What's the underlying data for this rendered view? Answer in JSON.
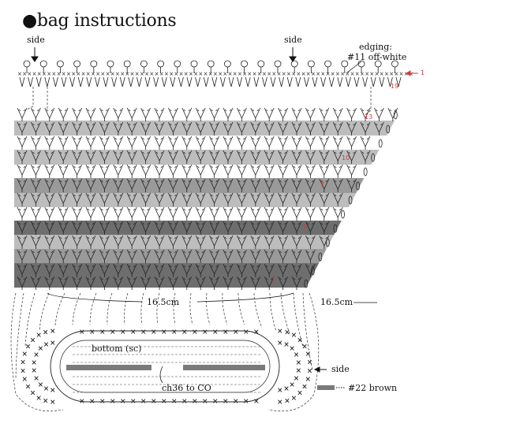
{
  "title": "bag instructions",
  "labels": {
    "side_left": "side",
    "side_mid": "side",
    "edging_line1": "edging:",
    "edging_line2": "#11 off-white",
    "width_left": "16.5cm",
    "width_right": "16.5cm",
    "bottom": "bottom (sc)",
    "chain": "ch36 to CO",
    "side_bottom": "side",
    "brown": "#22 brown"
  },
  "row_numbers": [
    "1",
    "19",
    "13",
    "10",
    "7",
    "5",
    "1"
  ],
  "colors": {
    "light_gray": "#bdbdbd",
    "mid_gray": "#9a9a9a",
    "dark_gray": "#6e6e6e",
    "brown_bar": "#7a7a7a",
    "row_number": "#d23c3c"
  }
}
